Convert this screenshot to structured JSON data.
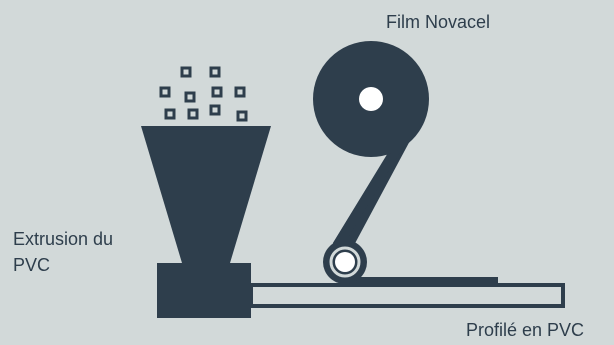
{
  "labels": {
    "film": "Film Novacel",
    "extrusion_line1": "Extrusion du",
    "extrusion_line2": "PVC",
    "profile": "Profilé en PVC"
  },
  "colors": {
    "background": "#d2d9d9",
    "ink": "#2e3e4c",
    "highlight": "#ffffff"
  }
}
